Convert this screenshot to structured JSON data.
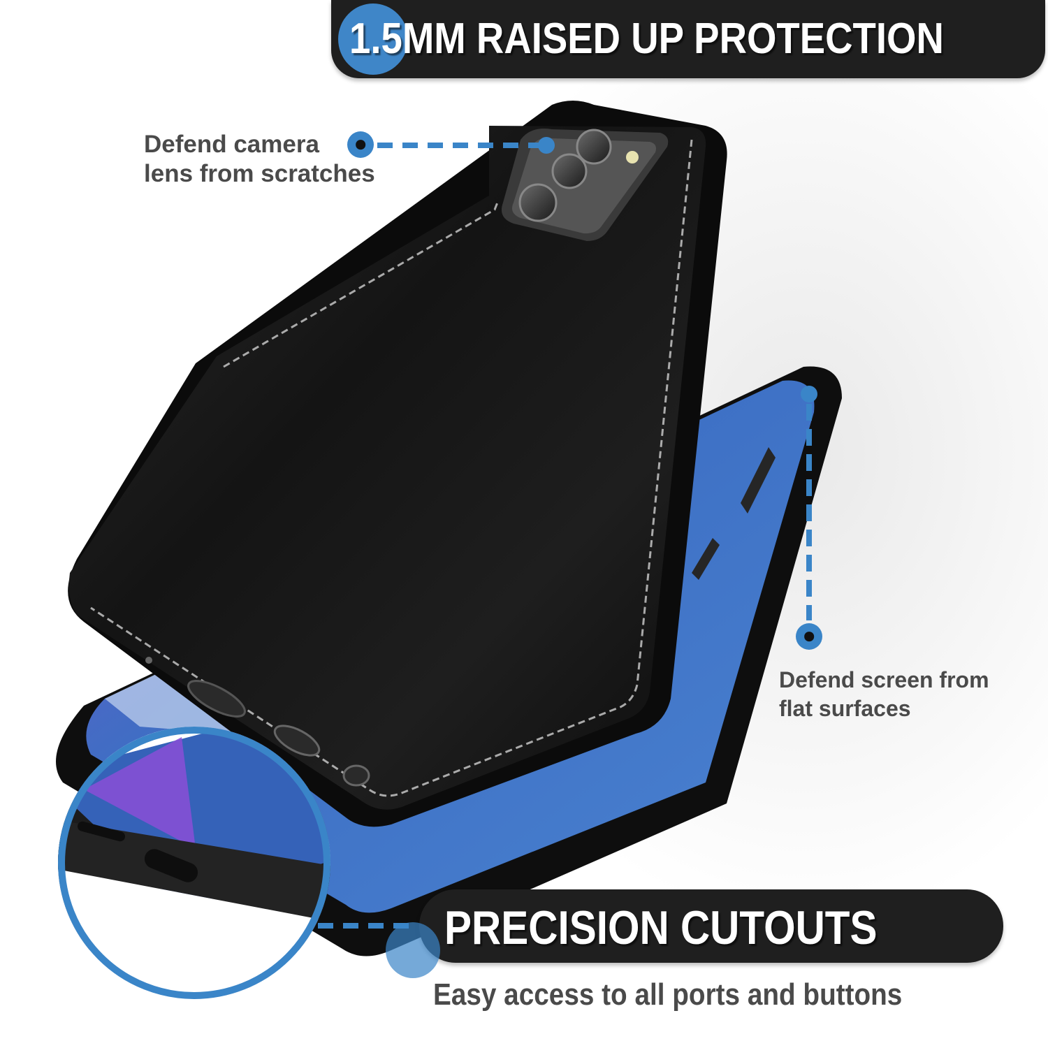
{
  "header": {
    "highlight_number": "1.5",
    "title_rest": "MM RAISED UP PROTECTION",
    "full_title": "1.5MM RAISED UP PROTECTION"
  },
  "callouts": {
    "camera": {
      "line1": "Defend camera",
      "line2": "lens from scratches"
    },
    "screen": {
      "line1": "Defend screen from",
      "line2": "flat surfaces"
    }
  },
  "footer": {
    "title": "PRECISION CUTOUTS",
    "subtitle": "Easy access to all ports and buttons"
  },
  "product": {
    "description": "Black leather wallet phone case with card slot, raised camera lip",
    "colors": {
      "accent": "#3a85c8",
      "banner": "#1f1f1f",
      "caption": "#4a4a4a",
      "case": "#121212",
      "screen_blue": "#3d6fc4"
    }
  }
}
